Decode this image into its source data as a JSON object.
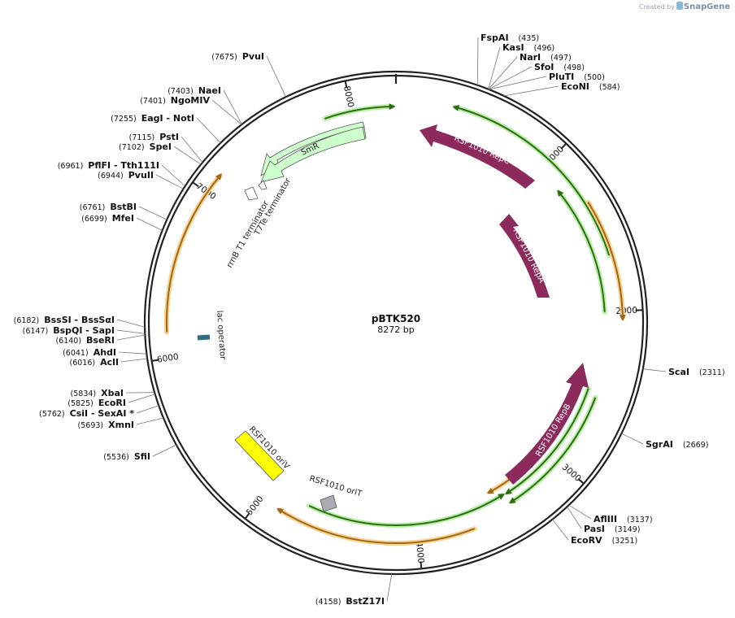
{
  "credit": {
    "prefix": "Created by",
    "brand": "SnapGene"
  },
  "plasmid": {
    "name": "pBTK520",
    "length": "8272 bp",
    "total_bp": 8272
  },
  "ticks": [
    "1000",
    "2000",
    "3000",
    "4000",
    "5000",
    "6000",
    "7000",
    "8000"
  ],
  "sites": [
    {
      "name": "FspAI",
      "pos": "(435)"
    },
    {
      "name": "KasI",
      "pos": "(496)"
    },
    {
      "name": "NarI",
      "pos": "(497)"
    },
    {
      "name": "SfoI",
      "pos": "(498)"
    },
    {
      "name": "PluTI",
      "pos": "(500)"
    },
    {
      "name": "EcoNI",
      "pos": "(584)"
    },
    {
      "name": "ScaI",
      "pos": "(2311)"
    },
    {
      "name": "SgrAI",
      "pos": "(2669)"
    },
    {
      "name": "AflIII",
      "pos": "(3137)"
    },
    {
      "name": "PasI",
      "pos": "(3149)"
    },
    {
      "name": "EcoRV",
      "pos": "(3251)"
    },
    {
      "name": "BstZ17I",
      "pos": "(4158)"
    },
    {
      "name": "SfiI",
      "pos": "(5536)"
    },
    {
      "name": "XmnI",
      "pos": "(5693)"
    },
    {
      "name": "CsiI   - SexAI *",
      "pos": "(5762)"
    },
    {
      "name": "EcoRI",
      "pos": "(5825)"
    },
    {
      "name": "XbaI",
      "pos": "(5834)"
    },
    {
      "name": "AclI",
      "pos": "(6016)"
    },
    {
      "name": "AhdI",
      "pos": "(6041)"
    },
    {
      "name": "BseRI",
      "pos": "(6140)"
    },
    {
      "name": "BspQI   - SapI",
      "pos": "(6147)"
    },
    {
      "name": "BssSI   - BssSαI",
      "pos": "(6182)"
    },
    {
      "name": "MfeI",
      "pos": "(6699)"
    },
    {
      "name": "BstBI",
      "pos": "(6761)"
    },
    {
      "name": "PvuII",
      "pos": "(6944)"
    },
    {
      "name": "PflFI   - Tth111I",
      "pos": "(6961)"
    },
    {
      "name": "SpeI",
      "pos": "(7102)"
    },
    {
      "name": "PstI",
      "pos": "(7115)"
    },
    {
      "name": "EagI   - NotI",
      "pos": "(7255)"
    },
    {
      "name": "NgoMIV",
      "pos": "(7401)"
    },
    {
      "name": "NaeI",
      "pos": "(7403)"
    },
    {
      "name": "PvuI",
      "pos": "(7675)"
    }
  ],
  "features": {
    "repC": "RSF1010 RepC",
    "repA": "RSF1010 RepA",
    "repB": "RSF1010 RepB",
    "smr": "SmR",
    "oriV": "RSF1010 oriV",
    "oriT": "RSF1010 oriT",
    "lac_operator": "lac operator",
    "rrnb_t1": "rrnB T1 terminator",
    "t7te": "T7Te terminator"
  },
  "colors": {
    "backbone": "#222222",
    "rep_arrow": "#8c2a5c",
    "smr": "#ccffcc",
    "oriv": "#ffff00",
    "orit": "#a9acb2",
    "lac_operator": "#2a7080",
    "orf_green": "#2e6b12",
    "orf_green_glow": "#b7f0a6",
    "orf_orange": "#a0661b",
    "orf_orange_glow": "#f7d48f"
  }
}
